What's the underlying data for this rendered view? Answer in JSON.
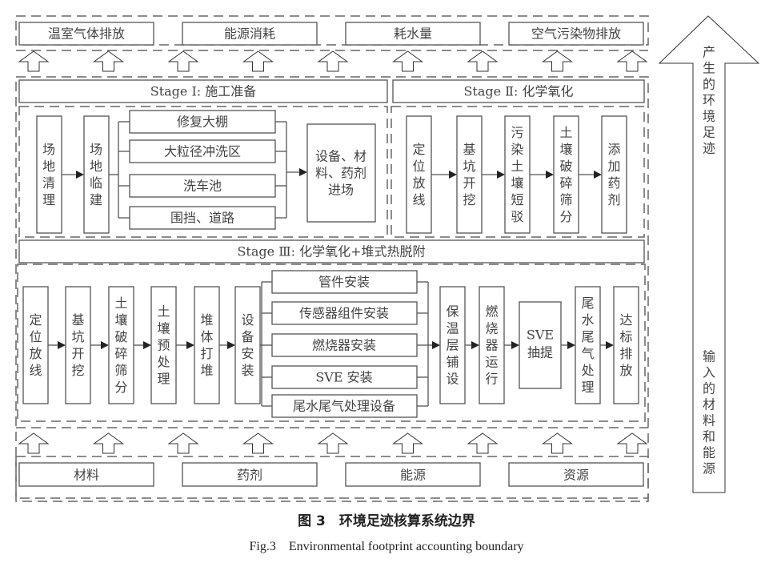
{
  "outputs": [
    "温室气体排放",
    "能源消耗",
    "耗水量",
    "空气污染物排放"
  ],
  "inputs": [
    "材料",
    "药剂",
    "能源",
    "资源"
  ],
  "stage1": {
    "title": "Stage Ⅰ: 施工准备",
    "steps": [
      "场地清理",
      "场地临建"
    ],
    "branches": [
      "修复大棚",
      "大粒径冲洗区",
      "洗车池",
      "围挡、道路"
    ],
    "final_lines": [
      "设备、材",
      "料、药剂",
      "进场"
    ]
  },
  "stage2": {
    "title": "Stage Ⅱ: 化学氧化",
    "steps": [
      "定位放线",
      "基坑开挖",
      "污染土壤短驳",
      "土壤破碎筛分",
      "添加药剂"
    ]
  },
  "stage3": {
    "title": "Stage Ⅲ: 化学氧化+堆式热脱附",
    "steps": [
      "定位放线",
      "基坑开挖",
      "土壤破碎筛分",
      "土壤预处理",
      "堆体打堆",
      "设备安装"
    ],
    "branches": [
      "管件安装",
      "传感器组件安装",
      "燃烧器安装",
      "SVE 安装",
      "尾水尾气处理设备"
    ],
    "steps_after": [
      "保温层铺设",
      "燃烧器运行",
      "SVE抽提",
      "尾水尾气处理",
      "达标排放"
    ]
  },
  "side_arrow": {
    "top_label": "产生的环境足迹",
    "bottom_label": "输入的材料和能源"
  },
  "caption": {
    "cn": "图 3　环境足迹核算系统边界",
    "en": "Fig.3　Environmental footprint accounting boundary"
  }
}
